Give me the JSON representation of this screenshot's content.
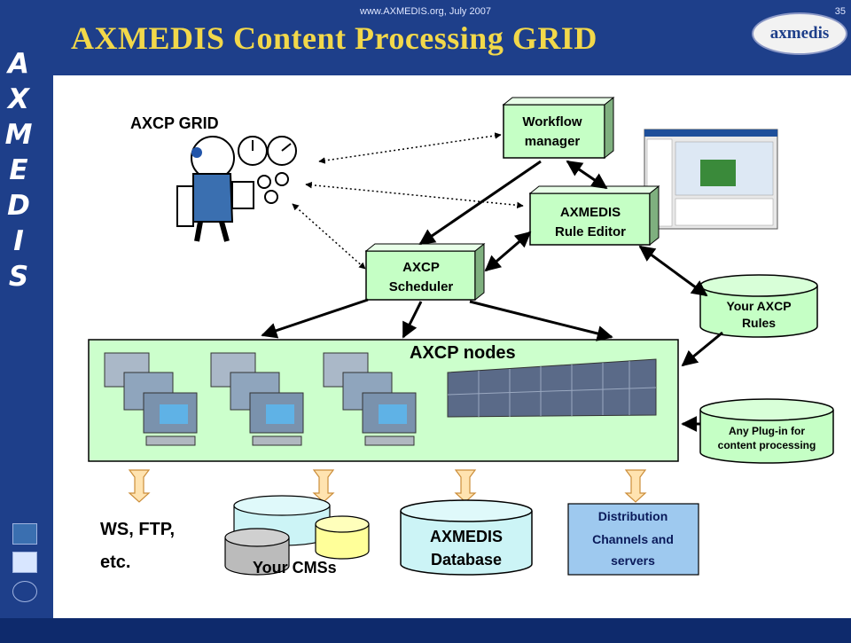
{
  "slide": {
    "title": "AXMEDIS Content Processing GRID",
    "logo_text": "axmedis",
    "sidebar_letters": [
      "A",
      "X",
      "M",
      "E",
      "D",
      "I",
      "S"
    ],
    "footer_text": "www.AXMEDIS.org, July 2007",
    "page_number": "35"
  },
  "diagram": {
    "grid_label": "AXCP GRID",
    "workflow": [
      "Workflow",
      "manager"
    ],
    "rule_editor": [
      "AXMEDIS",
      "Rule Editor"
    ],
    "scheduler": [
      "AXCP",
      "Scheduler"
    ],
    "rules": [
      "Your AXCP",
      "Rules"
    ],
    "plugin": [
      "Any Plug-in for",
      "content processing"
    ],
    "nodes_label": "AXCP nodes",
    "ws_ftp": [
      "WS, FTP,",
      "etc."
    ],
    "cms": "Your CMSs",
    "database": [
      "AXMEDIS",
      "Database"
    ],
    "distribution": [
      "Distribution",
      "Channels and",
      "servers"
    ]
  },
  "colors": {
    "header": "#1e3f8a",
    "title": "#f2d84a",
    "box_green": "#c5ffc5",
    "nodes_green": "#ccffcc",
    "cylinder_green": "#c5ffc5",
    "cylinder_cyan": "#ccf4f6",
    "cylinder_yellow": "#ffff99",
    "cylinder_gray": "#bbbbbb",
    "distribution_blue": "#9ec9ef",
    "arrow_orange": "#ffe3b0"
  }
}
